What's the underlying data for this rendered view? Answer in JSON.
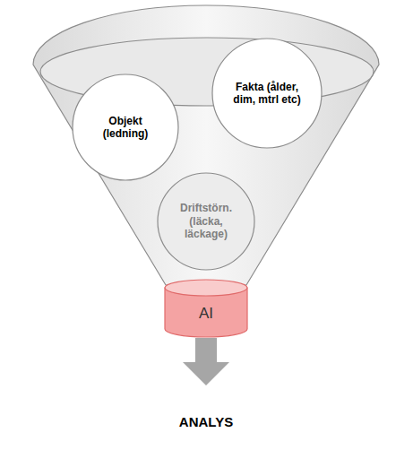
{
  "diagram": {
    "nodes": [
      {
        "text": [
          "Objekt (ledning)"
        ]
      },
      {
        "text": [
          "Fakta (ålder, dim, mtrl etc)"
        ]
      },
      {
        "text": [
          "Driftstörn. (läcka, läckage)"
        ]
      },
      {
        "text": [
          "AI"
        ]
      }
    ],
    "labels": [
      "ANALYS"
    ]
  }
}
